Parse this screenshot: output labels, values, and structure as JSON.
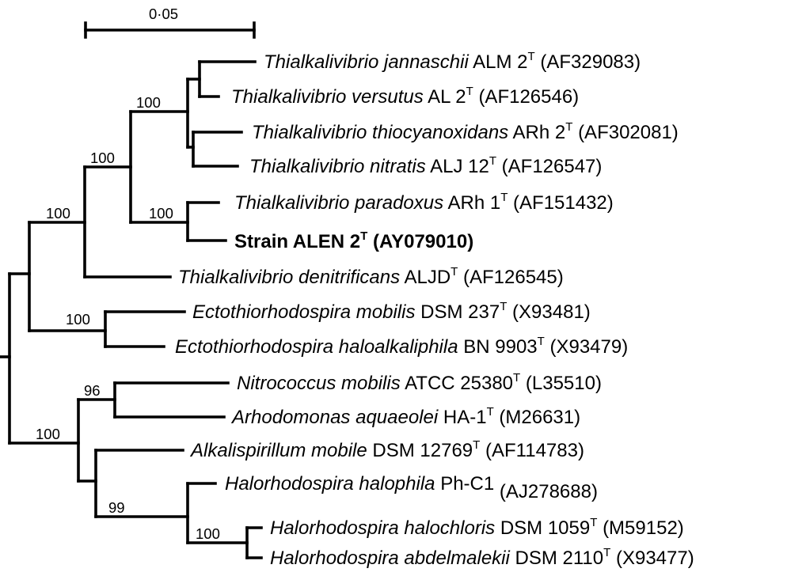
{
  "scale_bar": {
    "label": "0·05"
  },
  "taxa": [
    {
      "id": "t1",
      "genus": "Thialkalivibrio jannaschii",
      "strain": "ALM 2",
      "type": "T",
      "acc": "(AF329083)"
    },
    {
      "id": "t2",
      "genus": "Thialkalivibrio versutus",
      "strain": "AL 2",
      "type": "T",
      "acc": "(AF126546)"
    },
    {
      "id": "t3",
      "genus": "Thialkalivibrio thiocyanoxidans",
      "strain": "ARh 2",
      "type": "T",
      "acc": "(AF302081)"
    },
    {
      "id": "t4",
      "genus": "Thialkalivibrio nitratis",
      "strain": "ALJ 12",
      "type": "T",
      "acc": "(AF126547)"
    },
    {
      "id": "t5",
      "genus": "Thialkalivibrio paradoxus",
      "strain": "ARh 1",
      "type": "T",
      "acc": "(AF151432)"
    },
    {
      "id": "t6",
      "genus": "",
      "strain": "Strain ALEN 2",
      "type": "T",
      "acc": "(AY079010)"
    },
    {
      "id": "t7",
      "genus": "Thialkalivibrio denitrificans",
      "strain": "ALJD",
      "type": "T",
      "acc": "(AF126545)"
    },
    {
      "id": "t8",
      "genus": "Ectothiorhodospira mobilis",
      "strain": "DSM 237",
      "type": "T",
      "acc": "(X93481)"
    },
    {
      "id": "t9",
      "genus": "Ectothiorhodospira haloalkaliphila",
      "strain": "BN 9903",
      "type": "T",
      "acc": "(X93479)"
    },
    {
      "id": "t10",
      "genus": "Nitrococcus mobilis",
      "strain": "ATCC 25380",
      "type": "T",
      "acc": "(L35510)"
    },
    {
      "id": "t11",
      "genus": "Arhodomonas aquaeolei",
      "strain": "HA-1",
      "type": "T",
      "acc": "(M26631)"
    },
    {
      "id": "t12",
      "genus": "Alkalispirillum mobile",
      "strain": "DSM 12769",
      "type": "T",
      "acc": "(AF114783)"
    },
    {
      "id": "t13",
      "genus": "Halorhodospira halophila",
      "strain": "Ph-C1",
      "type": "",
      "acc": "(AJ278688)"
    },
    {
      "id": "t14",
      "genus": "Halorhodospira halochloris",
      "strain": "DSM 1059",
      "type": "T",
      "acc": "(M59152)"
    },
    {
      "id": "t15",
      "genus": "Halorhodospira abdelmalekii",
      "strain": "DSM 2110",
      "type": "T",
      "acc": "(X93477)"
    }
  ],
  "bootstraps": [
    "100",
    "100",
    "100",
    "100",
    "100",
    "96",
    "100",
    "99",
    "100"
  ]
}
